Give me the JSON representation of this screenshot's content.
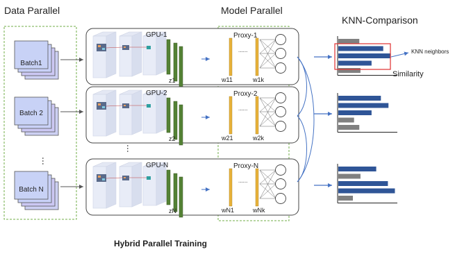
{
  "headings": {
    "data_parallel": "Data Parallel",
    "model_parallel": "Model Parallel",
    "knn_comparison": "KNN-Comparison"
  },
  "batches": [
    "Batch1",
    "Batch 2",
    "Batch N"
  ],
  "gpus": [
    {
      "label": "GPU-1",
      "feature": "z1",
      "proxy": "Proxy-1",
      "w_first": "w11",
      "w_last": "w1k"
    },
    {
      "label": "GPU-2",
      "feature": "z2",
      "proxy": "Proxy-2",
      "w_first": "w21",
      "w_last": "w2k"
    },
    {
      "label": "GPU-N",
      "feature": "zN",
      "proxy": "Proxy-N",
      "w_first": "wN1",
      "w_last": "wNk"
    }
  ],
  "ellipsis": "......",
  "knn": {
    "neighbors_label": "KNN neighbors",
    "similarity_label": "Similarity",
    "charts": [
      {
        "bars": [
          {
            "value": 0.36,
            "kind": "other"
          },
          {
            "value": 0.77,
            "kind": "neighbor"
          },
          {
            "value": 0.9,
            "kind": "neighbor"
          },
          {
            "value": 0.57,
            "kind": "neighbor"
          },
          {
            "value": 0.38,
            "kind": "other"
          }
        ]
      },
      {
        "bars": [
          {
            "value": 0.73,
            "kind": "neighbor"
          },
          {
            "value": 0.86,
            "kind": "neighbor"
          },
          {
            "value": 0.57,
            "kind": "neighbor"
          },
          {
            "value": 0.27,
            "kind": "other"
          },
          {
            "value": 0.36,
            "kind": "other"
          }
        ]
      },
      {
        "bars": [
          {
            "value": 0.65,
            "kind": "neighbor"
          },
          {
            "value": 0.38,
            "kind": "other"
          },
          {
            "value": 0.85,
            "kind": "neighbor"
          },
          {
            "value": 0.97,
            "kind": "neighbor"
          },
          {
            "value": 0.25,
            "kind": "other"
          }
        ]
      }
    ]
  },
  "footer_title": "Hybrid Parallel Training",
  "colors": {
    "neighbor_bar": "#2f5597",
    "other_bar": "#808080",
    "highlight": "#e03030",
    "arrow": "#4472c4",
    "group_border": "#70ad47",
    "feature_bar": "#548235",
    "proxy_bar": "#e8b23a"
  }
}
